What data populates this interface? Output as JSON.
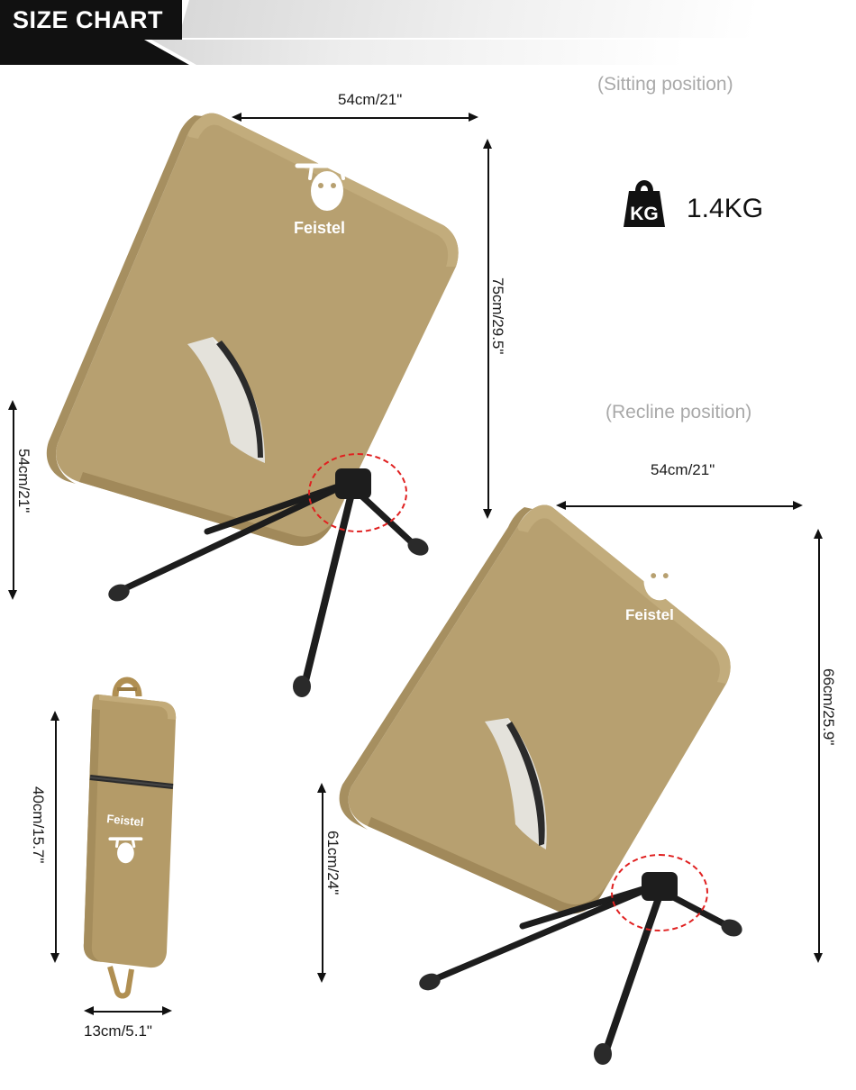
{
  "header": {
    "title": "SIZE CHART"
  },
  "positions": {
    "sitting": "(Sitting position)",
    "recline": "(Recline position)"
  },
  "weight": {
    "icon": "weight-kg-icon",
    "icon_label": "KG",
    "value": "1.4KG"
  },
  "brand": {
    "name": "Feistel",
    "logo_icon": "sloth-logo-icon"
  },
  "dimensions": {
    "sitting_chair": {
      "width": "54cm/21\"",
      "height": "75cm/29.5\"",
      "seat_depth": "54cm/21\""
    },
    "recline_chair": {
      "width": "54cm/21\"",
      "height": "66cm/25.9\"",
      "seat_depth": "61cm/24\""
    },
    "carry_bag": {
      "height": "40cm/15.7\"",
      "width": "13cm/5.1\""
    }
  },
  "annotations": {
    "hub_highlight": "red-dashed-circle-hub"
  }
}
